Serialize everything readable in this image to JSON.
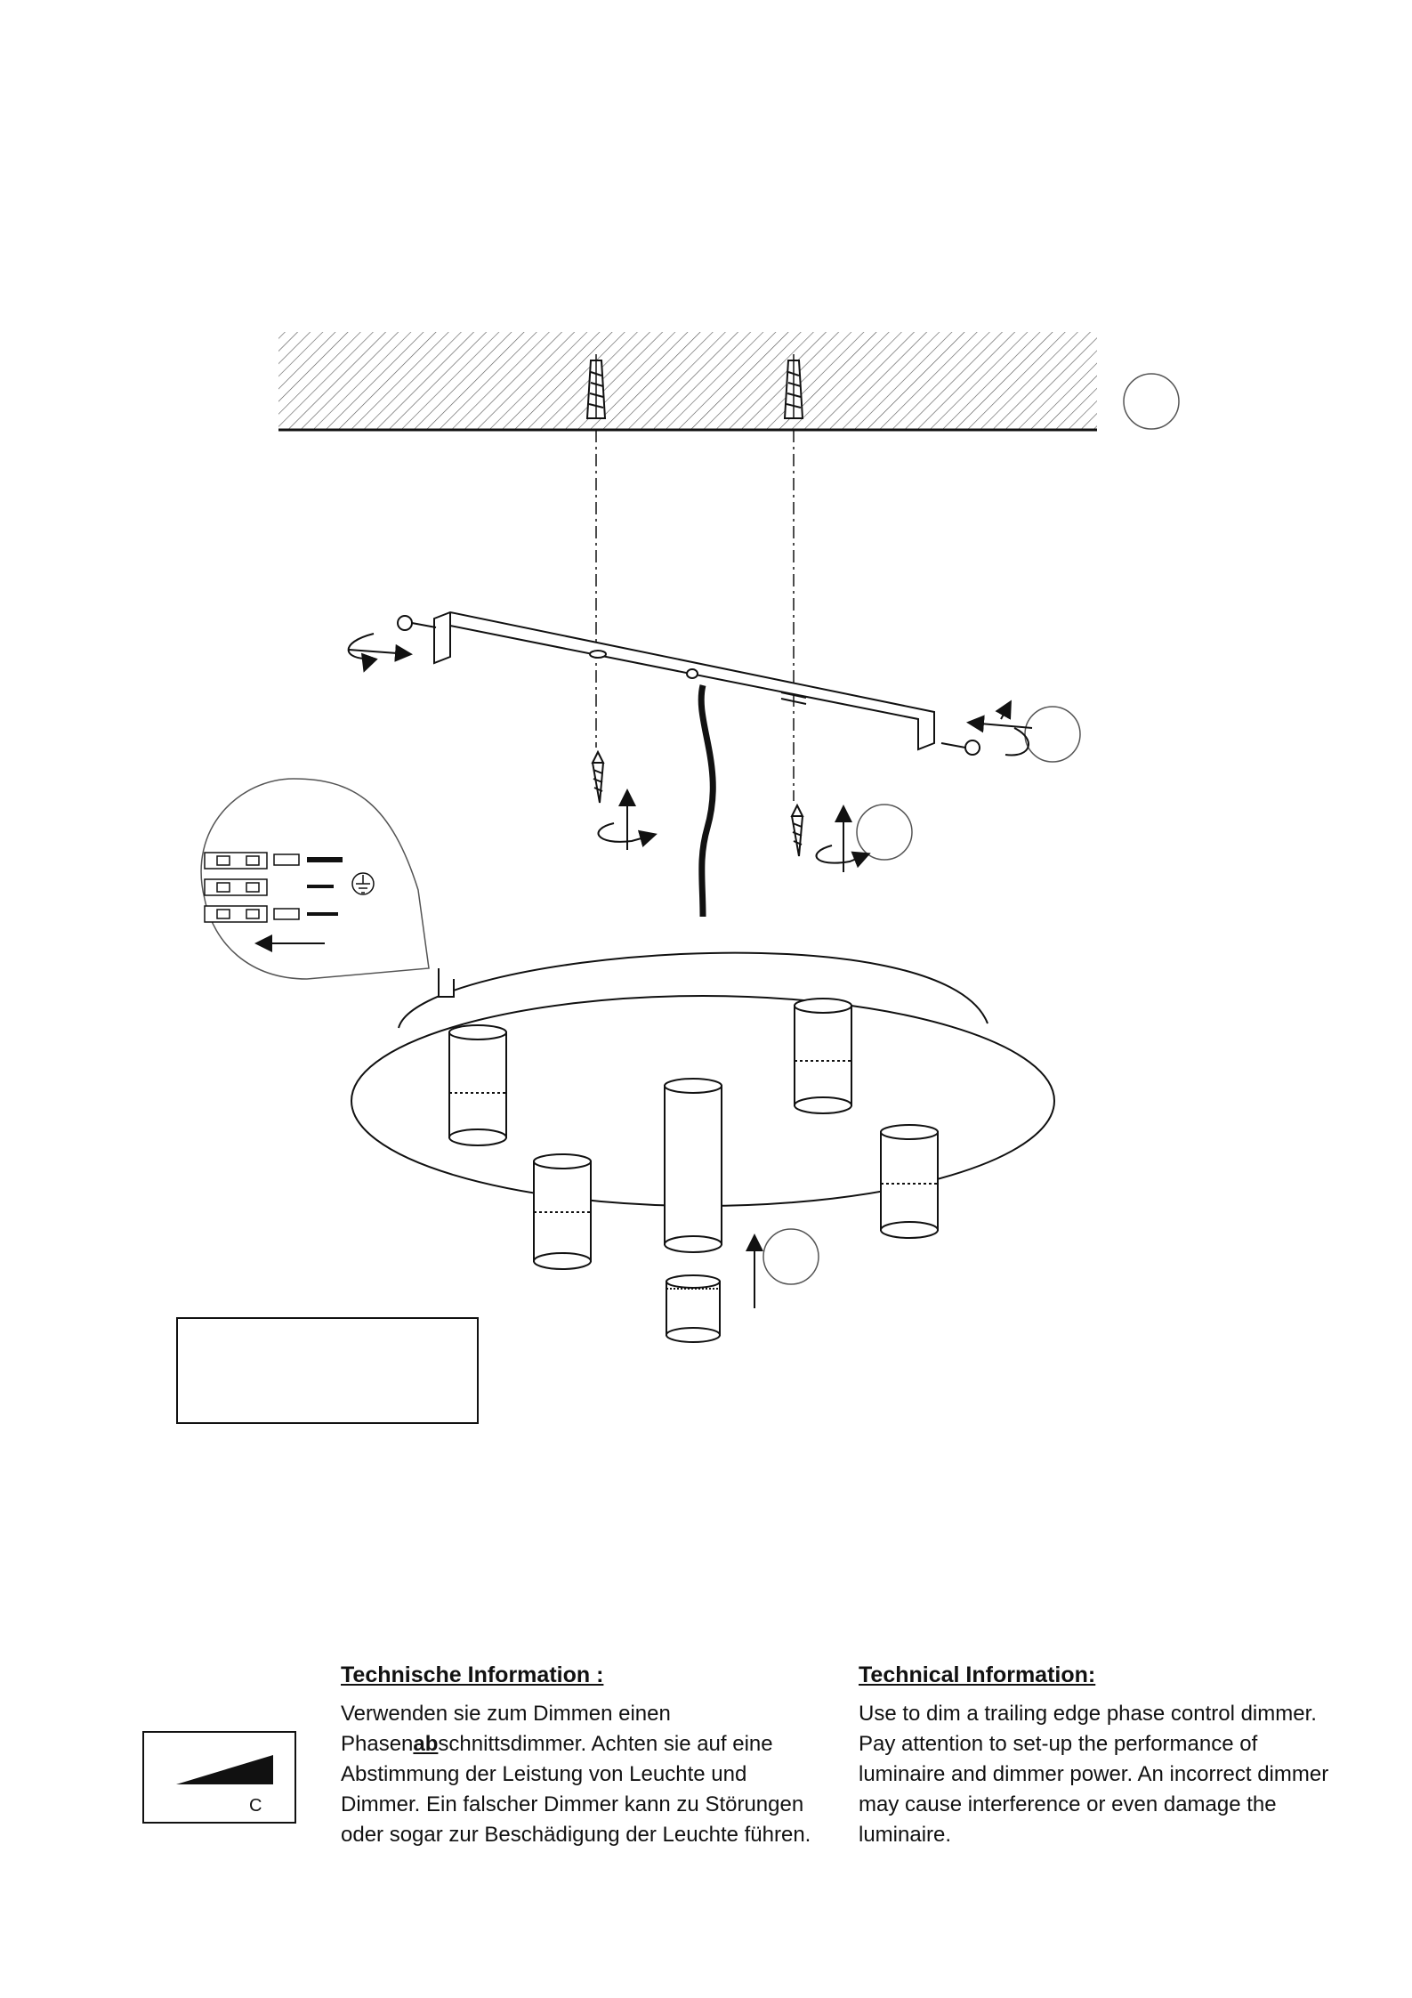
{
  "german": {
    "heading": "Technische Information :",
    "text_before": "Verwenden sie zum Dimmen einen Phasen",
    "text_emph": "ab",
    "text_after": "schnittsdimmer. Achten sie auf eine Abstimmung der Leistung von Leuchte und Dimmer. Ein falscher Dimmer kann zu Störungen oder sogar zur Beschädigung der Leuchte führen."
  },
  "english": {
    "heading": "Technical Information:",
    "text": "Use to dim a trailing edge phase control dimmer. Pay attention to set-up the performance of luminaire and dimmer power. An incorrect dimmer may cause interference or even damage the luminaire."
  },
  "dimmer_symbol": {
    "letter": "C",
    "icon": "trailing-edge-dimmer-icon"
  },
  "diagram": {
    "icons": [
      "ceiling-hatch",
      "wall-plug-icon",
      "mounting-bracket",
      "screw-icon",
      "rotation-arrow-icon",
      "cable",
      "terminal-block-icon",
      "earth-ground-icon",
      "canopy-plate",
      "spotlight-cylinder",
      "lamp-cap"
    ]
  }
}
